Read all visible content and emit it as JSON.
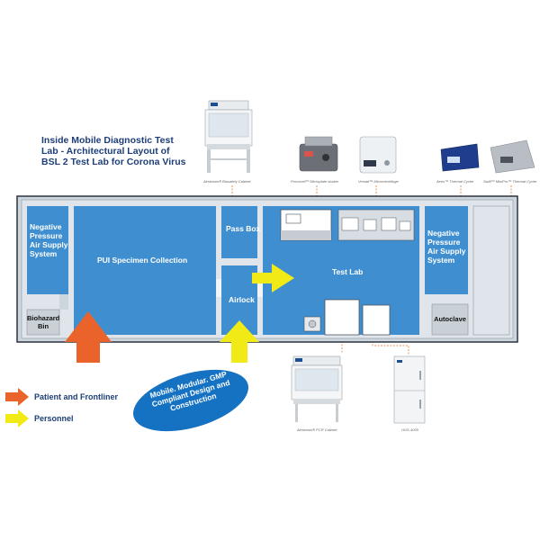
{
  "title": {
    "line1": "Inside Mobile Diagnostic Test",
    "line2": "Lab - Architectural Layout of",
    "line3": "BSL 2 Test Lab for Corona Virus"
  },
  "equipment_captions": {
    "biosafety_cabinet": "Airstream® Biosafety Cabinet",
    "shaker": "Provocell™ Microplate shaker",
    "microcentrifuge": "Versati™ Microcentrifuge",
    "thermal_cycler_1": "Aeris™ Thermal Cycler",
    "thermal_cycler_2": "Swift™ MiniPro™ Thermal Cycler",
    "pcr_cabinet": "Airstream® PCR Cabinet",
    "freezer": "HOS-4005"
  },
  "rooms": {
    "negative_left": [
      "Negative",
      "Pressure",
      "Air Supply",
      "System"
    ],
    "specimen": "PUI Specimen Collection",
    "pass_box": "Pass Box",
    "airlock": "Airlock",
    "test_lab": "Test Lab",
    "negative_right": [
      "Negative",
      "Pressure",
      "Air Supply",
      "System"
    ],
    "biohazard": [
      "Biohazard",
      "Bin"
    ],
    "autoclave": "Autoclave"
  },
  "badge": [
    "Mobile. Modular. GMP",
    "Compliant Design and",
    "Construction"
  ],
  "legend": [
    {
      "label": "Patient and Frontliner",
      "color": "#e9632a"
    },
    {
      "label": "Personnel",
      "color": "#f2ea16"
    }
  ],
  "colors": {
    "room_fill": "#3f8fd0",
    "wall": "#cdd6dd",
    "frame": "#2a3340",
    "badge_fill": "#1572c3",
    "title_blue": "#1d3e78"
  }
}
